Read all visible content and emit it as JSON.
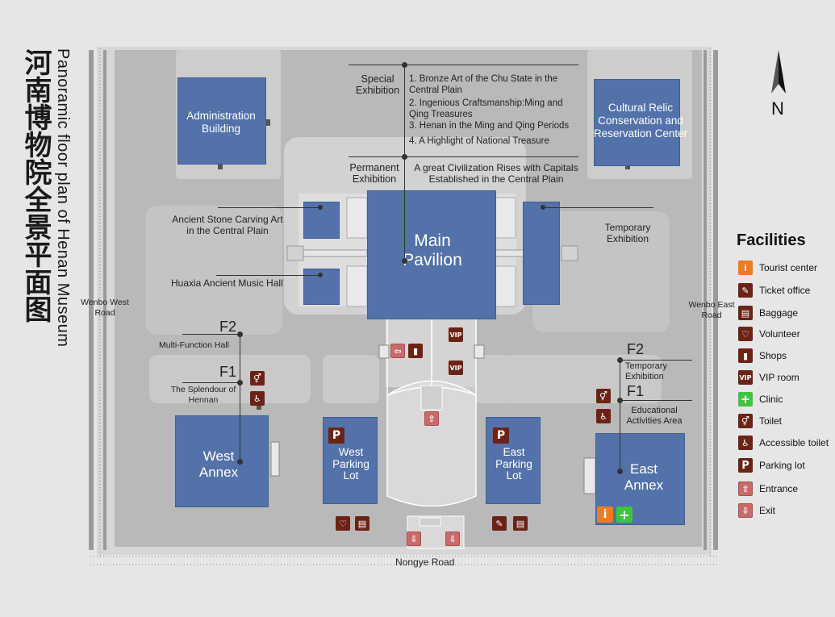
{
  "title_cn": "河南博物院全景平面图",
  "title_en": "Panoramic floor plan of Henan Museum",
  "compass": "N",
  "buildings": {
    "admin": "Administration Building",
    "conservation": "Cultural Relic Conservation and Reservation Center",
    "main": "Main Pavilion",
    "west_annex": "West Annex",
    "east_annex": "East Annex",
    "west_parking": "West Parking Lot",
    "east_parking": "East Parking Lot"
  },
  "labels": {
    "special": "Special Exhibition",
    "special_items": [
      "1. Bronze Art of the Chu State in the Central Plain",
      "2. Ingenious Craftsmanship:Ming and Qing Treasures",
      "3. Henan in the Ming and Qing Periods",
      "4. A Highlight of National Treasure"
    ],
    "permanent": "Permanent Exhibition",
    "permanent_item": "A great Civilization Rises with Capitals Established in the Central Plain",
    "stone": "Ancient Stone Carving Art in the Central Plain",
    "music": "Huaxia Ancient Music Hall",
    "temporary": "Temporary Exhibition",
    "west_road": "Wenbo West Road",
    "east_road": "Wenbo East Road",
    "south_road": "Nongye Road",
    "f2": "F2",
    "f1": "F1",
    "multi": "Multi-Function Hall",
    "splendour": "The Splendour of Hennan",
    "east_temp": "Temporary Exhibition",
    "edu": "Educational Activities Area",
    "vip": "VIP",
    "parking": "P",
    "info": "i",
    "plus": "+"
  },
  "facilities": {
    "heading": "Facilities",
    "items": [
      "Tourist center",
      "Ticket office",
      "Baggage",
      "Volunteer",
      "Shops",
      "VIP room",
      "Clinic",
      "Toilet",
      "Accessible toilet",
      "Parking lot",
      "Entrance",
      "Exit"
    ]
  },
  "colors": {
    "building": "#5272a9",
    "icon_brown": "#6b2315",
    "icon_orange": "#f07a1e",
    "icon_green": "#3fc43d",
    "icon_pink": "#c86a6a"
  }
}
